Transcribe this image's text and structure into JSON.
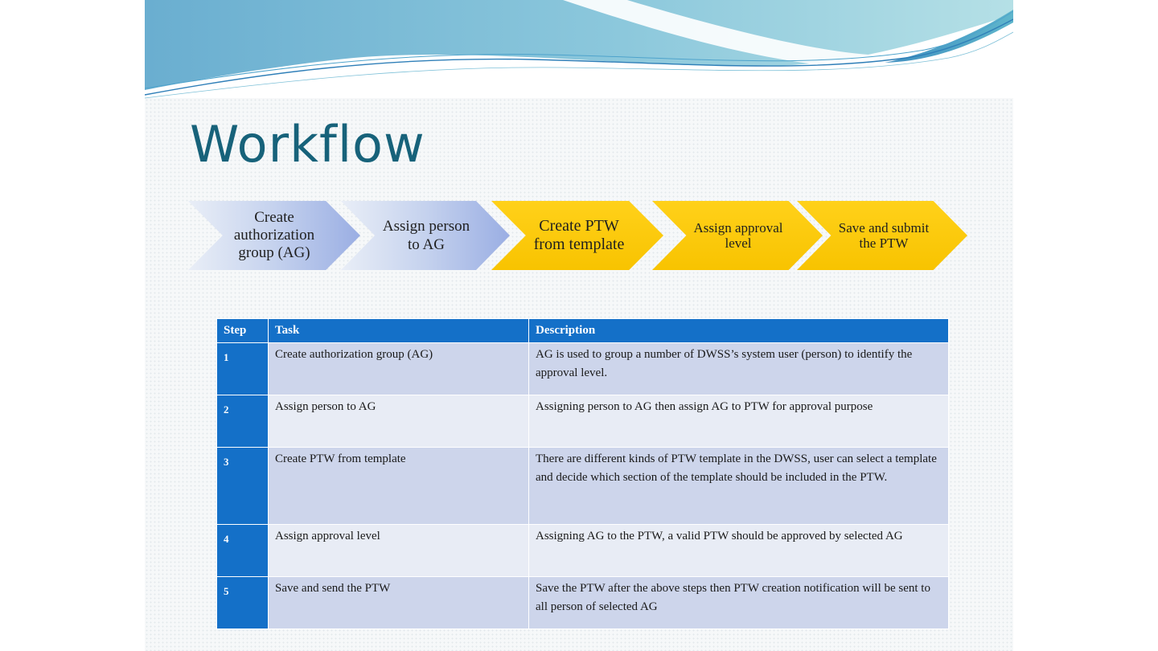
{
  "title": "Workflow",
  "chevrons": [
    {
      "label": "Create authorization group (AG)",
      "style": "blue"
    },
    {
      "label": "Assign person to AG",
      "style": "blue"
    },
    {
      "label": "Create PTW from template",
      "style": "gold"
    },
    {
      "label": "Assign approval level",
      "style": "gold"
    },
    {
      "label": "Save and submit the PTW",
      "style": "gold"
    }
  ],
  "table": {
    "headers": {
      "step": "Step",
      "task": "Task",
      "description": "Description"
    },
    "rows": [
      {
        "step": "1",
        "task": "Create authorization group (AG)",
        "description": "AG is used to group a number of DWSS’s system user (person) to identify the approval level."
      },
      {
        "step": "2",
        "task": "Assign person to AG",
        "description": "Assigning person to AG then assign AG to PTW for approval purpose"
      },
      {
        "step": "3",
        "task": "Create PTW from template",
        "description": "There are different kinds of PTW template in the DWSS, user can select a template and decide which section of the template should be included in the PTW."
      },
      {
        "step": "4",
        "task": "Assign approval level",
        "description": "Assigning AG to the PTW, a valid PTW should be approved by selected AG"
      },
      {
        "step": "5",
        "task": "Save and send the PTW",
        "description": "Save the PTW after the above steps then PTW creation notification will be sent to all person of selected AG"
      }
    ]
  },
  "colors": {
    "title": "#17627a",
    "table_header": "#1470c8",
    "row_dark": "#cdd5eb",
    "row_light": "#e8ecf5",
    "chevron_gold": "#f8c300",
    "chevron_blue": "#9aaee3"
  }
}
